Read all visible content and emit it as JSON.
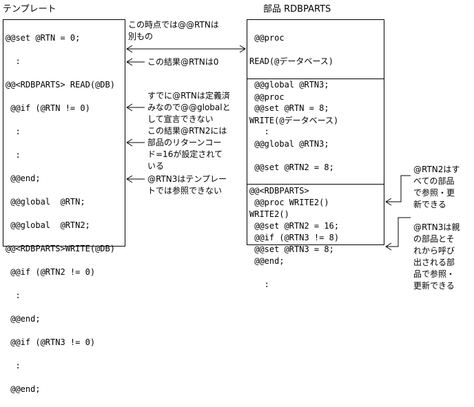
{
  "template": {
    "title": "テンプレート",
    "lines": [
      "@@set @RTN = 0;",
      "  :",
      "@@<RDBPARTS> READ(@DB)",
      " @@if (@RTN != 0)",
      "  :",
      "  :",
      " @@end;",
      " @@global  @RTN;",
      " @@global  @RTN2;",
      "@@<RDBPARTS>WRITE(@DB)",
      " @@if (@RTN2 != 0)",
      "  :",
      " @@end;",
      " @@if (@RTN3 != 0)",
      "  :",
      " @@end;"
    ]
  },
  "parts": {
    "title": "部品 RDBPARTS",
    "sections": [
      {
        "lines": [
          " @@proc",
          "READ(@データベース)",
          " @@global @RTN3;",
          " @@set @RTN = 8;",
          "   :"
        ]
      },
      {
        "lines": [
          " @@proc",
          "WRITE(@データベース)",
          " @@global @RTN3;",
          " @@set @RTN2 = 8;",
          "@@<RDBPARTS>",
          "WRITE2()",
          " @@if (@RTN3 != 8)",
          " @@end;",
          "   :"
        ]
      },
      {
        "lines": [
          " @@proc WRITE2()",
          " @@set @RTN2 = 16;",
          " @@set @RTN3 = 8;"
        ]
      }
    ]
  },
  "notes": {
    "separate": [
      "この時点では@@RTNは",
      "別もの"
    ],
    "result1": "この結果@RTNは0",
    "global_decl": [
      "すでに@RTNは定義済",
      "みなので@@globalと",
      "して宣言できない"
    ],
    "result2": [
      "この結果@RTN2には",
      "部品のリターンコー",
      "ド=16が設定されて",
      "いる"
    ],
    "rtn3_template": [
      "@RTN3はテンプレー",
      "トでは参照できない"
    ],
    "rtn2_parts": [
      "@RTN2はす",
      "べての部品",
      "で参照・更",
      "新できる"
    ],
    "rtn3_parts": [
      "@RTN3は親",
      "の部品とそ",
      "れから呼び",
      "出される部",
      "品で参照・",
      "更新できる"
    ]
  }
}
